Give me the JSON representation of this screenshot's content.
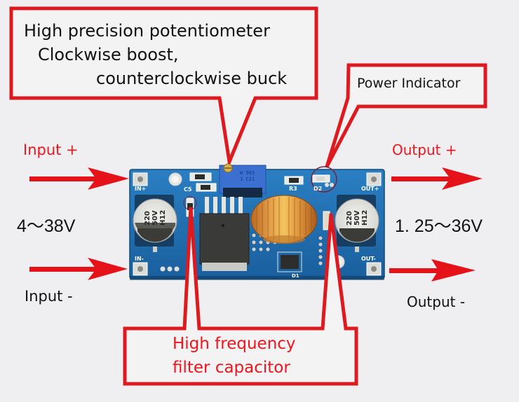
{
  "colors": {
    "callout_red": "#dd1a1f",
    "arrow_red": "#e5121a",
    "label_red": "#f0141e",
    "pcb_blue": "#1f6fb3",
    "background": "#efeff1"
  },
  "callouts": {
    "potentiometer": {
      "line1": "High precision potentiometer",
      "line2": "Clockwise boost,",
      "line3": "counterclockwise buck"
    },
    "power_indicator": {
      "text": "Power Indicator"
    },
    "filter_capacitor": {
      "line1": "High frequency",
      "line2": "filter capacitor"
    }
  },
  "terminals": {
    "input_plus": "Input +",
    "input_minus": "Input -",
    "input_range": "4～38V",
    "output_plus": "Output +",
    "output_minus": "Output -",
    "output_range": "1. 25～36V"
  },
  "board": {
    "silkscreen": {
      "in_plus": "IN+",
      "in_minus": "IN-",
      "out_plus": "OUT+",
      "out_minus": "OUT-",
      "c5": "C5",
      "r3": "R3",
      "d2": "D2",
      "d1": "D1",
      "pot_code_top": "W 503",
      "pot_code_bottom": "1 C21"
    },
    "capacitor_left": {
      "line1": "220",
      "line2": "50V",
      "line3": "H12"
    },
    "capacitor_right": {
      "line1": "220",
      "line2": "50V",
      "line3": "H12"
    }
  }
}
